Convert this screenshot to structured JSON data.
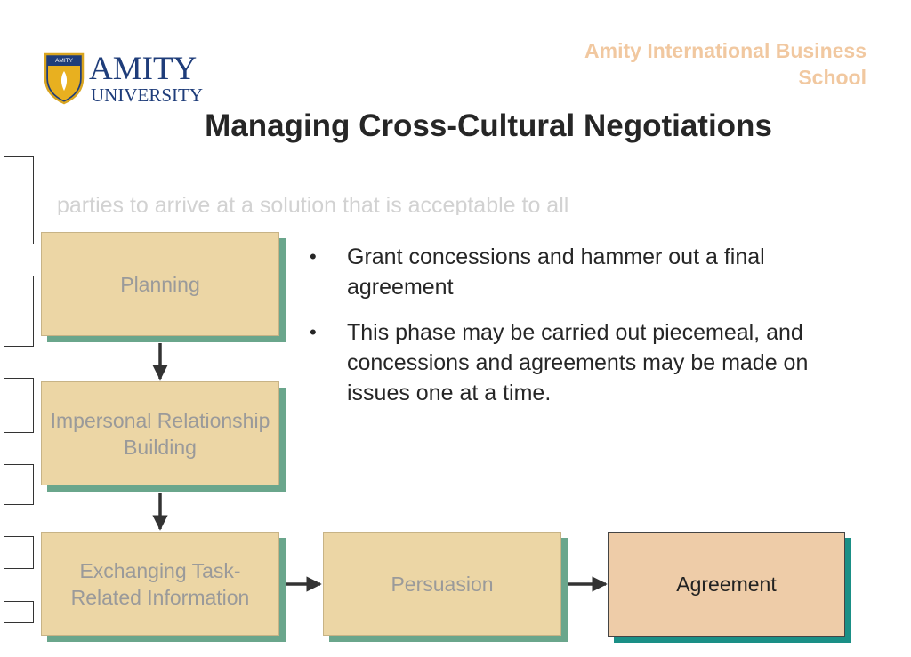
{
  "logo": {
    "badge_text": "AMITY",
    "name": "AMITY",
    "subtitle": "UNIVERSITY"
  },
  "header": {
    "school_line1": "Amity International Business",
    "school_line2": "School"
  },
  "slide": {
    "title": "Managing Cross-Cultural Negotiations",
    "faded_text": "parties to arrive at a solution that is acceptable to all"
  },
  "process": {
    "steps": [
      {
        "label": "Planning"
      },
      {
        "label": "Impersonal Relationship Building"
      },
      {
        "label": "Exchanging Task-Related Information"
      },
      {
        "label": "Persuasion"
      },
      {
        "label": "Agreement"
      }
    ],
    "active_step": "Agreement"
  },
  "bullets": [
    "Grant concessions and hammer out a final agreement",
    "This phase may be carried out piecemeal, and concessions and agreements may be made on issues one at a time."
  ],
  "colors": {
    "box_fill": "#ecd6a5",
    "box_shadow": "#6aa68c",
    "active_fill": "#eecca8",
    "active_shadow": "#1a8f86",
    "school_text": "#f1c8a0"
  }
}
